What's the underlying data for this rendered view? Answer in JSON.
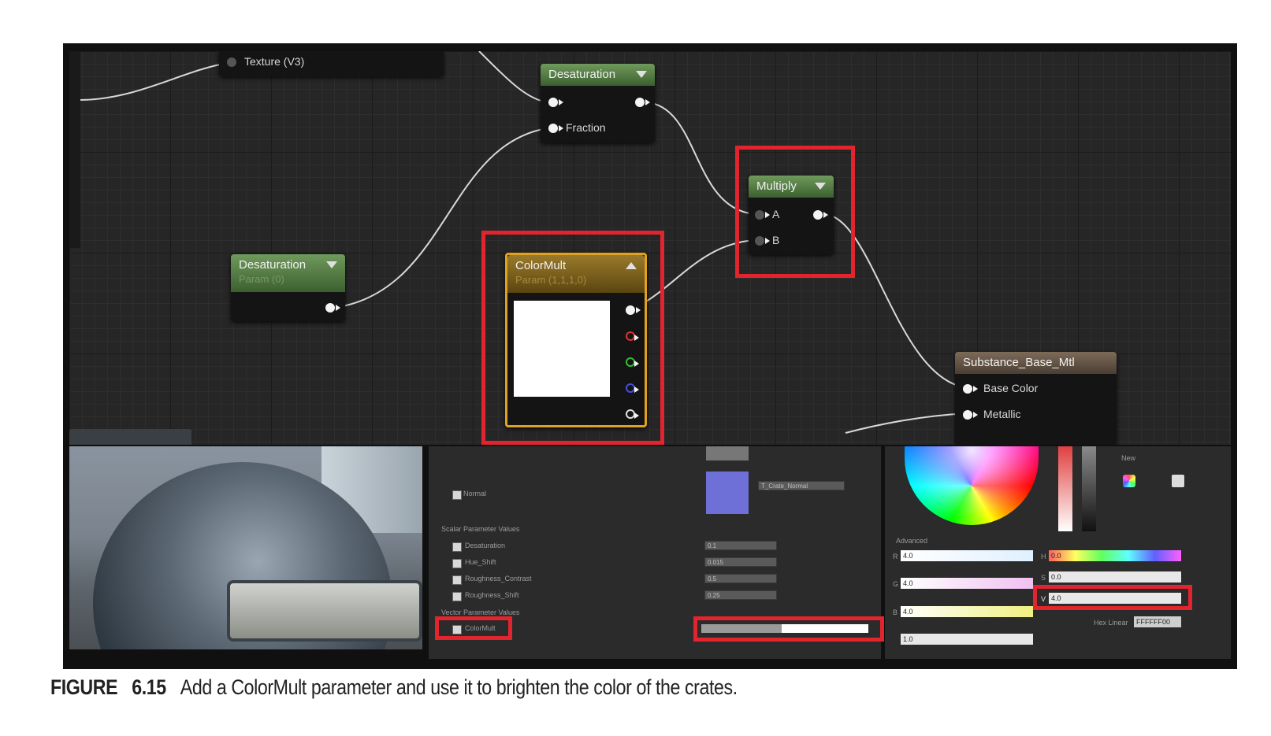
{
  "graph": {
    "texture_pin_label": "Texture (V3)",
    "desaturation_node": {
      "title": "Desaturation",
      "fraction_label": "Fraction"
    },
    "desaturation_param": {
      "title": "Desaturation",
      "subtitle": "Param (0)"
    },
    "colormult_param": {
      "title": "ColorMult",
      "subtitle": "Param (1,1,1,0)",
      "preview_color": "#ffffff"
    },
    "multiply_node": {
      "title": "Multiply",
      "pin_a": "A",
      "pin_b": "B"
    },
    "material_node": {
      "title": "Substance_Base_Mtl",
      "base_color_label": "Base Color",
      "metallic_label": "Metallic"
    }
  },
  "details": {
    "normal_label": "Normal",
    "scalar_section": "Scalar Parameter Values",
    "scalars": [
      {
        "name": "Desaturation",
        "value": "0.1"
      },
      {
        "name": "Hue_Shift",
        "value": "0.015"
      },
      {
        "name": "Roughness_Contrast",
        "value": "0.5"
      },
      {
        "name": "Roughness_Shift",
        "value": "0.25"
      }
    ],
    "vector_section": "Vector Parameter Values",
    "colormult_label": "ColorMult",
    "texture_name": "T_Crate_Normal"
  },
  "picker": {
    "advanced_label": "Advanced",
    "new_label": "New",
    "r_label": "R",
    "r_value": "4.0",
    "g_label": "G",
    "g_value": "4.0",
    "b_label": "B",
    "b_value": "4.0",
    "a_value": "1.0",
    "h_label": "H",
    "h_value": "0.0",
    "s_label": "S",
    "s_value": "0.0",
    "v_label": "V",
    "v_value": "4.0",
    "hex_label": "Hex Linear",
    "hex_value": "FFFFFF00"
  },
  "caption": {
    "label": "FIGURE",
    "number": "6.15",
    "text": "Add a ColorMult parameter and use it to brighten the color of the crates."
  },
  "colors": {
    "highlight": "#e2242e",
    "graph_bg": "#262626",
    "node_green": "#4d7a3c",
    "node_gold": "#e0a020"
  }
}
